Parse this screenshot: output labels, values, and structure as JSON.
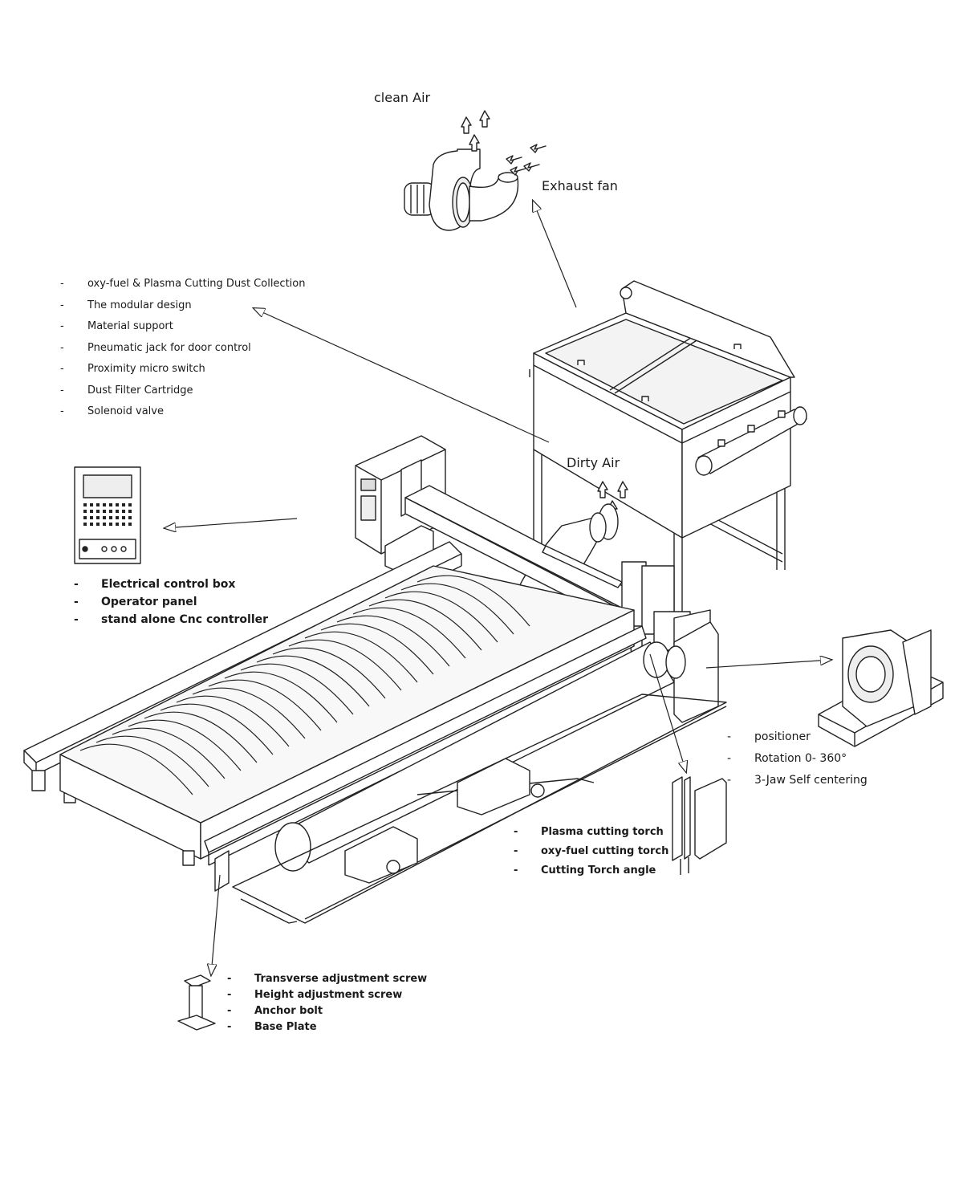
{
  "labels": {
    "clean_air": "clean Air",
    "exhaust_fan": "Exhaust fan",
    "dirty_air": "Dirty  Air"
  },
  "dust_collector_list": [
    "oxy-fuel & Plasma Cutting Dust Collection",
    "The modular design",
    "Material support",
    "Pneumatic jack for door control",
    "Proximity micro switch",
    "Dust Filter Cartridge",
    "Solenoid valve"
  ],
  "control_list": [
    "Electrical control box",
    "Operator panel",
    "stand alone Cnc controller"
  ],
  "positioner_list": [
    "positioner",
    "Rotation 0- 360°",
    "3-Jaw Self centering"
  ],
  "torch_list": [
    "Plasma cutting torch",
    "oxy-fuel cutting  torch",
    "Cutting Torch angle"
  ],
  "foot_list": [
    "Transverse adjustment screw",
    "Height adjustment screw",
    "Anchor bolt",
    "Base Plate"
  ],
  "bullet": "-",
  "colors": {
    "line": "#222222",
    "fill": "#ffffff",
    "shade": "#e6e6e6"
  }
}
